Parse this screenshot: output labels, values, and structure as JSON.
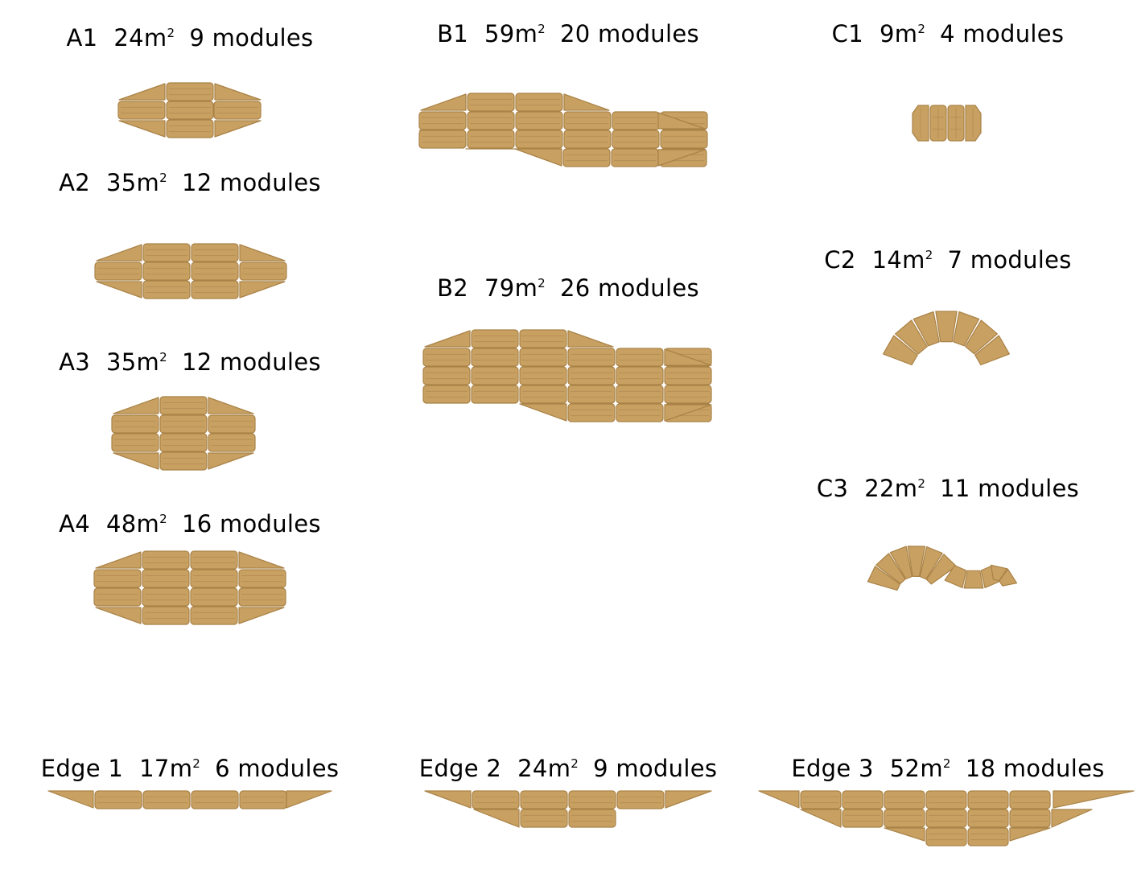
{
  "colors": {
    "deck": "#C8A062",
    "deck_edge": "#A98246",
    "deck_stripe": "#B28C52",
    "text": "#000000"
  },
  "layouts": [
    {
      "id": "a1",
      "code": "A1",
      "area": "24",
      "area_unit": "m",
      "area_exp": "2",
      "modules": "9 modules"
    },
    {
      "id": "a2",
      "code": "A2",
      "area": "35",
      "area_unit": "m",
      "area_exp": "2",
      "modules": "12 modules"
    },
    {
      "id": "a3",
      "code": "A3",
      "area": "35",
      "area_unit": "m",
      "area_exp": "2",
      "modules": "12 modules"
    },
    {
      "id": "a4",
      "code": "A4",
      "area": "48",
      "area_unit": "m",
      "area_exp": "2",
      "modules": "16 modules"
    },
    {
      "id": "b1",
      "code": "B1",
      "area": "59",
      "area_unit": "m",
      "area_exp": "2",
      "modules": "20 modules"
    },
    {
      "id": "b2",
      "code": "B2",
      "area": "79",
      "area_unit": "m",
      "area_exp": "2",
      "modules": "26 modules"
    },
    {
      "id": "c1",
      "code": "C1",
      "area": "9",
      "area_unit": "m",
      "area_exp": "2",
      "modules": "4 modules"
    },
    {
      "id": "c2",
      "code": "C2",
      "area": "14",
      "area_unit": "m",
      "area_exp": "2",
      "modules": "7 modules"
    },
    {
      "id": "c3",
      "code": "C3",
      "area": "22",
      "area_unit": "m",
      "area_exp": "2",
      "modules": "11 modules"
    },
    {
      "id": "edge1",
      "code": "Edge 1",
      "area": "17",
      "area_unit": "m",
      "area_exp": "2",
      "modules": "6 modules"
    },
    {
      "id": "edge2",
      "code": "Edge 2",
      "area": "24",
      "area_unit": "m",
      "area_exp": "2",
      "modules": "9 modules"
    },
    {
      "id": "edge3",
      "code": "Edge 3",
      "area": "52",
      "area_unit": "m",
      "area_exp": "2",
      "modules": "18 modules"
    }
  ]
}
